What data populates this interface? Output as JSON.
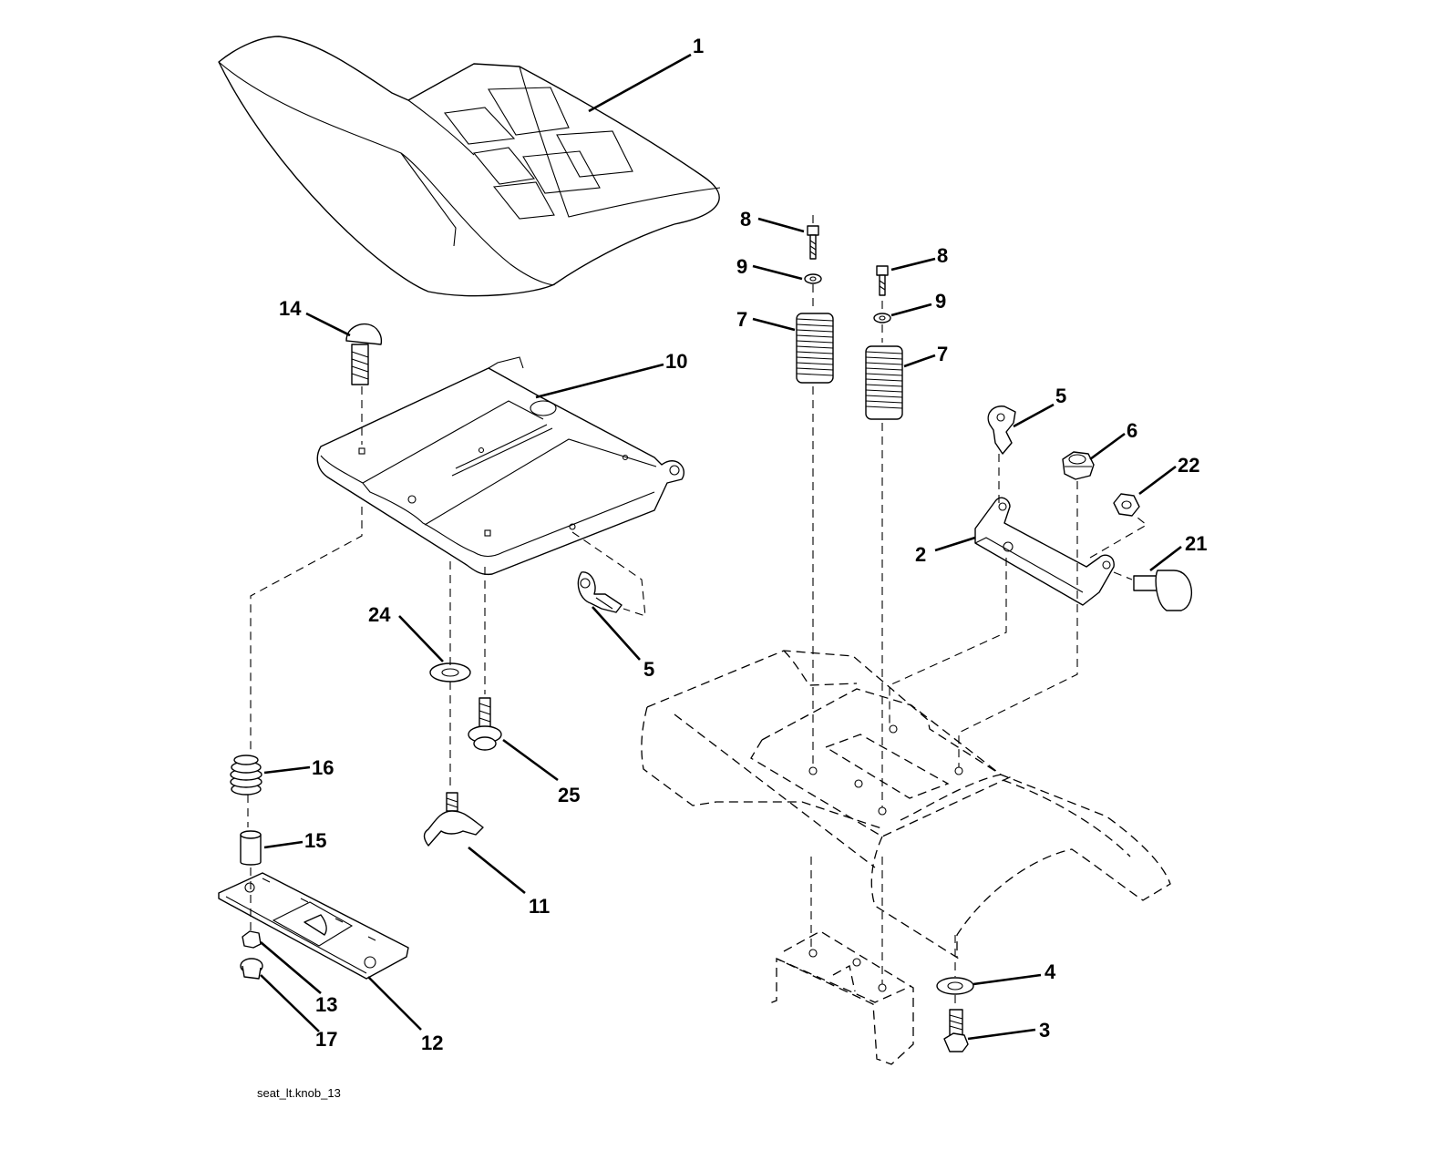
{
  "figure": {
    "caption": "seat_lt.knob_13",
    "callouts": [
      {
        "id": "c1",
        "label": "1"
      },
      {
        "id": "c2",
        "label": "2"
      },
      {
        "id": "c3",
        "label": "3"
      },
      {
        "id": "c4",
        "label": "4"
      },
      {
        "id": "c5a",
        "label": "5"
      },
      {
        "id": "c5b",
        "label": "5"
      },
      {
        "id": "c6",
        "label": "6"
      },
      {
        "id": "c7a",
        "label": "7"
      },
      {
        "id": "c7b",
        "label": "7"
      },
      {
        "id": "c8a",
        "label": "8"
      },
      {
        "id": "c8b",
        "label": "8"
      },
      {
        "id": "c9a",
        "label": "9"
      },
      {
        "id": "c9b",
        "label": "9"
      },
      {
        "id": "c10",
        "label": "10"
      },
      {
        "id": "c11",
        "label": "11"
      },
      {
        "id": "c12",
        "label": "12"
      },
      {
        "id": "c13",
        "label": "13"
      },
      {
        "id": "c14",
        "label": "14"
      },
      {
        "id": "c15",
        "label": "15"
      },
      {
        "id": "c16",
        "label": "16"
      },
      {
        "id": "c17",
        "label": "17"
      },
      {
        "id": "c21",
        "label": "21"
      },
      {
        "id": "c22",
        "label": "22"
      },
      {
        "id": "c24",
        "label": "24"
      },
      {
        "id": "c25",
        "label": "25"
      }
    ]
  }
}
